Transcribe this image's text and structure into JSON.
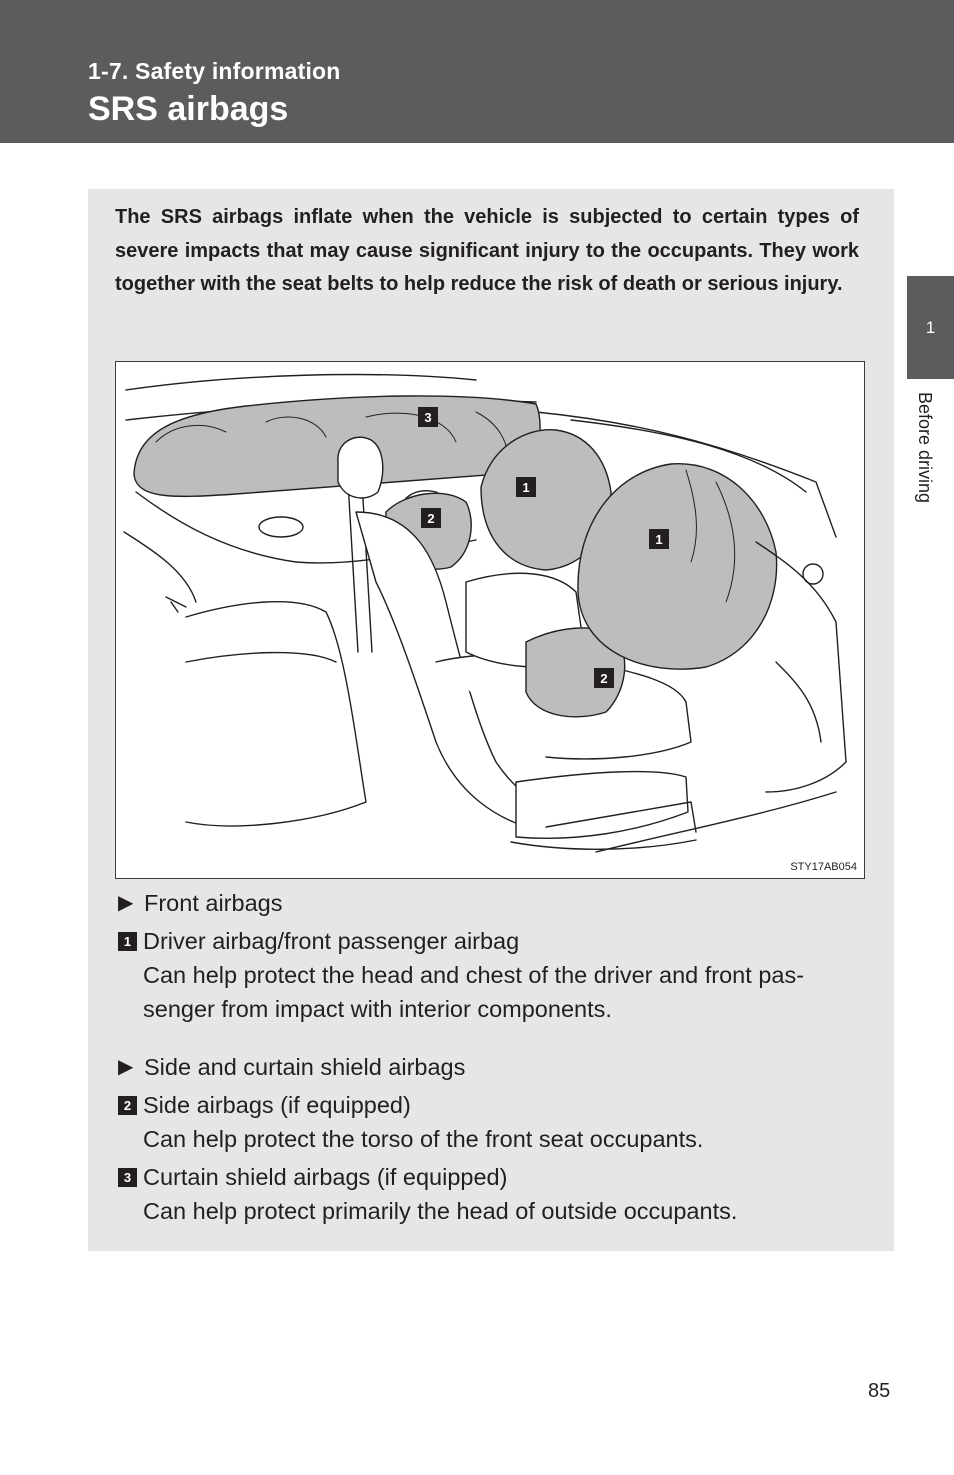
{
  "header": {
    "section": "1-7. Safety information",
    "title": "SRS airbags"
  },
  "side_tab": {
    "number": "1",
    "label": "Before driving"
  },
  "intro": "The SRS airbags inflate when the vehicle is subjected to certain types of severe impacts that may cause significant injury to the occupants. They work together with the seat belts to help reduce the risk of death or serious injury.",
  "figure": {
    "code": "STY17AB054",
    "callouts": [
      "3",
      "1",
      "2",
      "1",
      "2"
    ]
  },
  "front": {
    "heading": "Front airbags",
    "item1_num": "1",
    "item1_title": "Driver airbag/front passenger airbag",
    "item1_desc_l1": "Can help protect the head and chest of the driver and front pas-",
    "item1_desc_l2": "senger from impact with interior components."
  },
  "side": {
    "heading": "Side and curtain shield airbags",
    "item2_num": "2",
    "item2_title": "Side airbags (if equipped)",
    "item2_desc": "Can help protect the torso of the front seat occupants.",
    "item3_num": "3",
    "item3_title": "Curtain shield airbags (if equipped)",
    "item3_desc": "Can help protect primarily the head of outside occupants."
  },
  "page_number": "85"
}
